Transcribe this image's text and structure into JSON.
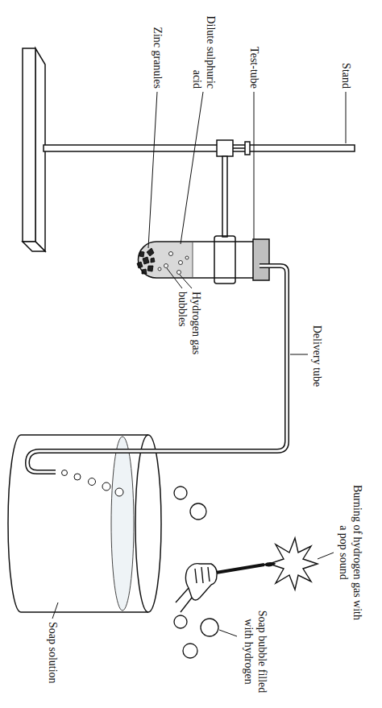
{
  "diagram": {
    "labels": [
      "Stand",
      "Test-tube",
      "Dilute sulphuric acid",
      "Zinc granules",
      "Hydrogen gas bubbles",
      "Delivery tube",
      "Burning of hydrogen gas with a pop sound",
      "Soap bubble filled with hydrogen",
      "Soap solution"
    ]
  }
}
